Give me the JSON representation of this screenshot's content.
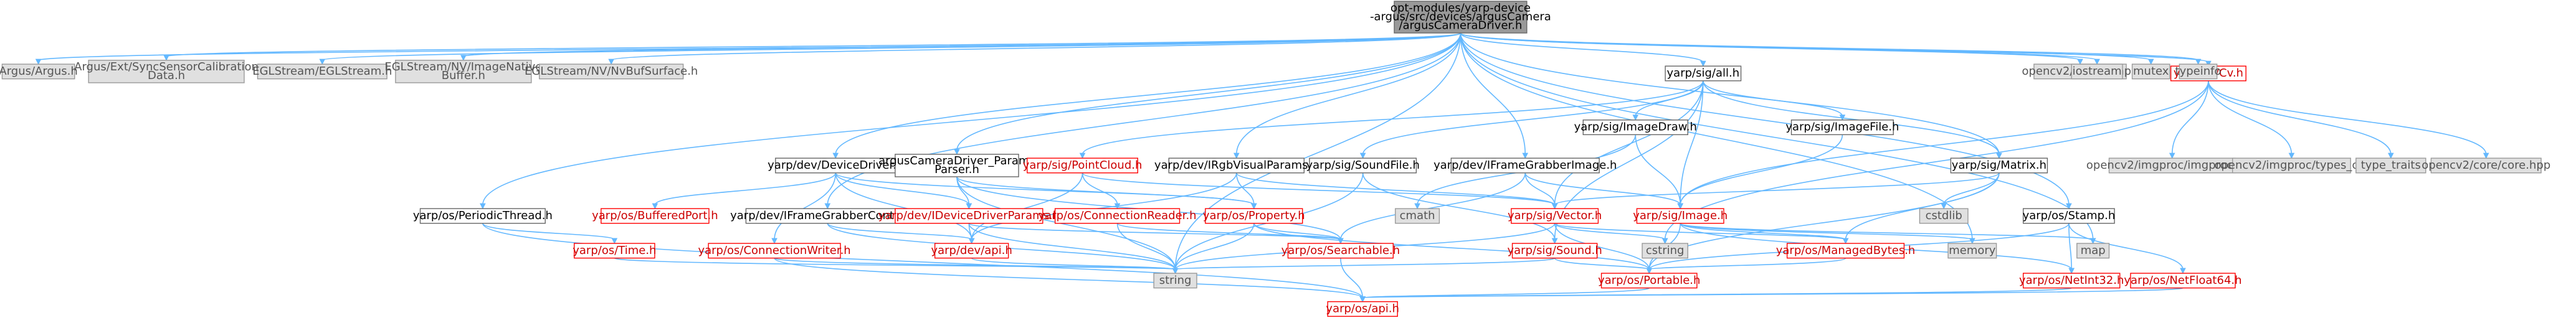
{
  "graph": {
    "title": "opt-modules/yarp-device-argus/src/devices/argusCamera/argusCameraDriver.h",
    "colors": {
      "root": "#999999",
      "edge": "#63b8ff",
      "red_border": "#ff0000",
      "gray_fill": "#e0e0e0"
    },
    "nodes": {
      "root": {
        "lines": [
          "opt-modules/yarp-device",
          "-argus/src/devices/argusCamera",
          "/argusCameraDriver.h"
        ]
      },
      "argus": {
        "lines": [
          "Argus/Argus.h"
        ]
      },
      "argusext": {
        "lines": [
          "Argus/Ext/SyncSensorCalibration",
          "Data.h"
        ]
      },
      "eglstream": {
        "lines": [
          "EGLStream/EGLStream.h"
        ]
      },
      "eglnvimg": {
        "lines": [
          "EGLStream/NV/ImageNative",
          "Buffer.h"
        ]
      },
      "eglnvbuf": {
        "lines": [
          "EGLStream/NV/NvBufSurface.h"
        ]
      },
      "periodic": {
        "lines": [
          "yarp/os/PeriodicThread.h"
        ]
      },
      "devdriver": {
        "lines": [
          "yarp/dev/DeviceDriver.h"
        ]
      },
      "argusparams": {
        "lines": [
          "argusCameraDriver_Params",
          "Parser.h"
        ]
      },
      "pointcloud": {
        "lines": [
          "yarp/sig/PointCloud.h"
        ]
      },
      "rgbvisual": {
        "lines": [
          "yarp/dev/IRgbVisualParams.h"
        ]
      },
      "soundfile": {
        "lines": [
          "yarp/sig/SoundFile.h"
        ]
      },
      "framegrabimg": {
        "lines": [
          "yarp/dev/IFrameGrabberImage.h"
        ]
      },
      "sigall": {
        "lines": [
          "yarp/sig/all.h"
        ]
      },
      "imagedraw": {
        "lines": [
          "yarp/sig/ImageDraw.h"
        ]
      },
      "imagefile": {
        "lines": [
          "yarp/sig/ImageFile.h"
        ]
      },
      "matrix": {
        "lines": [
          "yarp/sig/Matrix.h"
        ]
      },
      "cvcv": {
        "lines": [
          "yarp/cv/Cv.h"
        ]
      },
      "opencv": {
        "lines": [
          "opencv2/opencv.hpp"
        ]
      },
      "iostream": {
        "lines": [
          "iostream"
        ]
      },
      "mutex": {
        "lines": [
          "mutex"
        ]
      },
      "typeinfo": {
        "lines": [
          "typeinfo"
        ]
      },
      "imgproc": {
        "lines": [
          "opencv2/imgproc/imgproc.hpp"
        ]
      },
      "imgproctypes": {
        "lines": [
          "opencv2/imgproc/types_c.h"
        ]
      },
      "typetraits": {
        "lines": [
          "type_traits"
        ]
      },
      "corehpp": {
        "lines": [
          "opencv2/core/core.hpp"
        ]
      },
      "bufferedport": {
        "lines": [
          "yarp/os/BufferedPort.h"
        ]
      },
      "fgcontrols": {
        "lines": [
          "yarp/dev/IFrameGrabberControls.h"
        ]
      },
      "devdriverparams": {
        "lines": [
          "yarp/dev/IDeviceDriverParams.h"
        ]
      },
      "connreader": {
        "lines": [
          "yarp/os/ConnectionReader.h"
        ]
      },
      "property": {
        "lines": [
          "yarp/os/Property.h"
        ]
      },
      "cmath": {
        "lines": [
          "cmath"
        ]
      },
      "vector": {
        "lines": [
          "yarp/sig/Vector.h"
        ]
      },
      "image": {
        "lines": [
          "yarp/sig/Image.h"
        ]
      },
      "cstdlib": {
        "lines": [
          "cstdlib"
        ]
      },
      "stamp": {
        "lines": [
          "yarp/os/Stamp.h"
        ]
      },
      "time": {
        "lines": [
          "yarp/os/Time.h"
        ]
      },
      "connwriter": {
        "lines": [
          "yarp/os/ConnectionWriter.h"
        ]
      },
      "devapi": {
        "lines": [
          "yarp/dev/api.h"
        ]
      },
      "searchable": {
        "lines": [
          "yarp/os/Searchable.h"
        ]
      },
      "sound": {
        "lines": [
          "yarp/sig/Sound.h"
        ]
      },
      "cstring": {
        "lines": [
          "cstring"
        ]
      },
      "managedbytes": {
        "lines": [
          "yarp/os/ManagedBytes.h"
        ]
      },
      "memory": {
        "lines": [
          "memory"
        ]
      },
      "map": {
        "lines": [
          "map"
        ]
      },
      "netint32": {
        "lines": [
          "yarp/os/NetInt32.h"
        ]
      },
      "netfloat64": {
        "lines": [
          "yarp/os/NetFloat64.h"
        ]
      },
      "string": {
        "lines": [
          "string"
        ]
      },
      "portable": {
        "lines": [
          "yarp/os/Portable.h"
        ]
      },
      "osapi": {
        "lines": [
          "yarp/os/api.h"
        ]
      }
    }
  }
}
